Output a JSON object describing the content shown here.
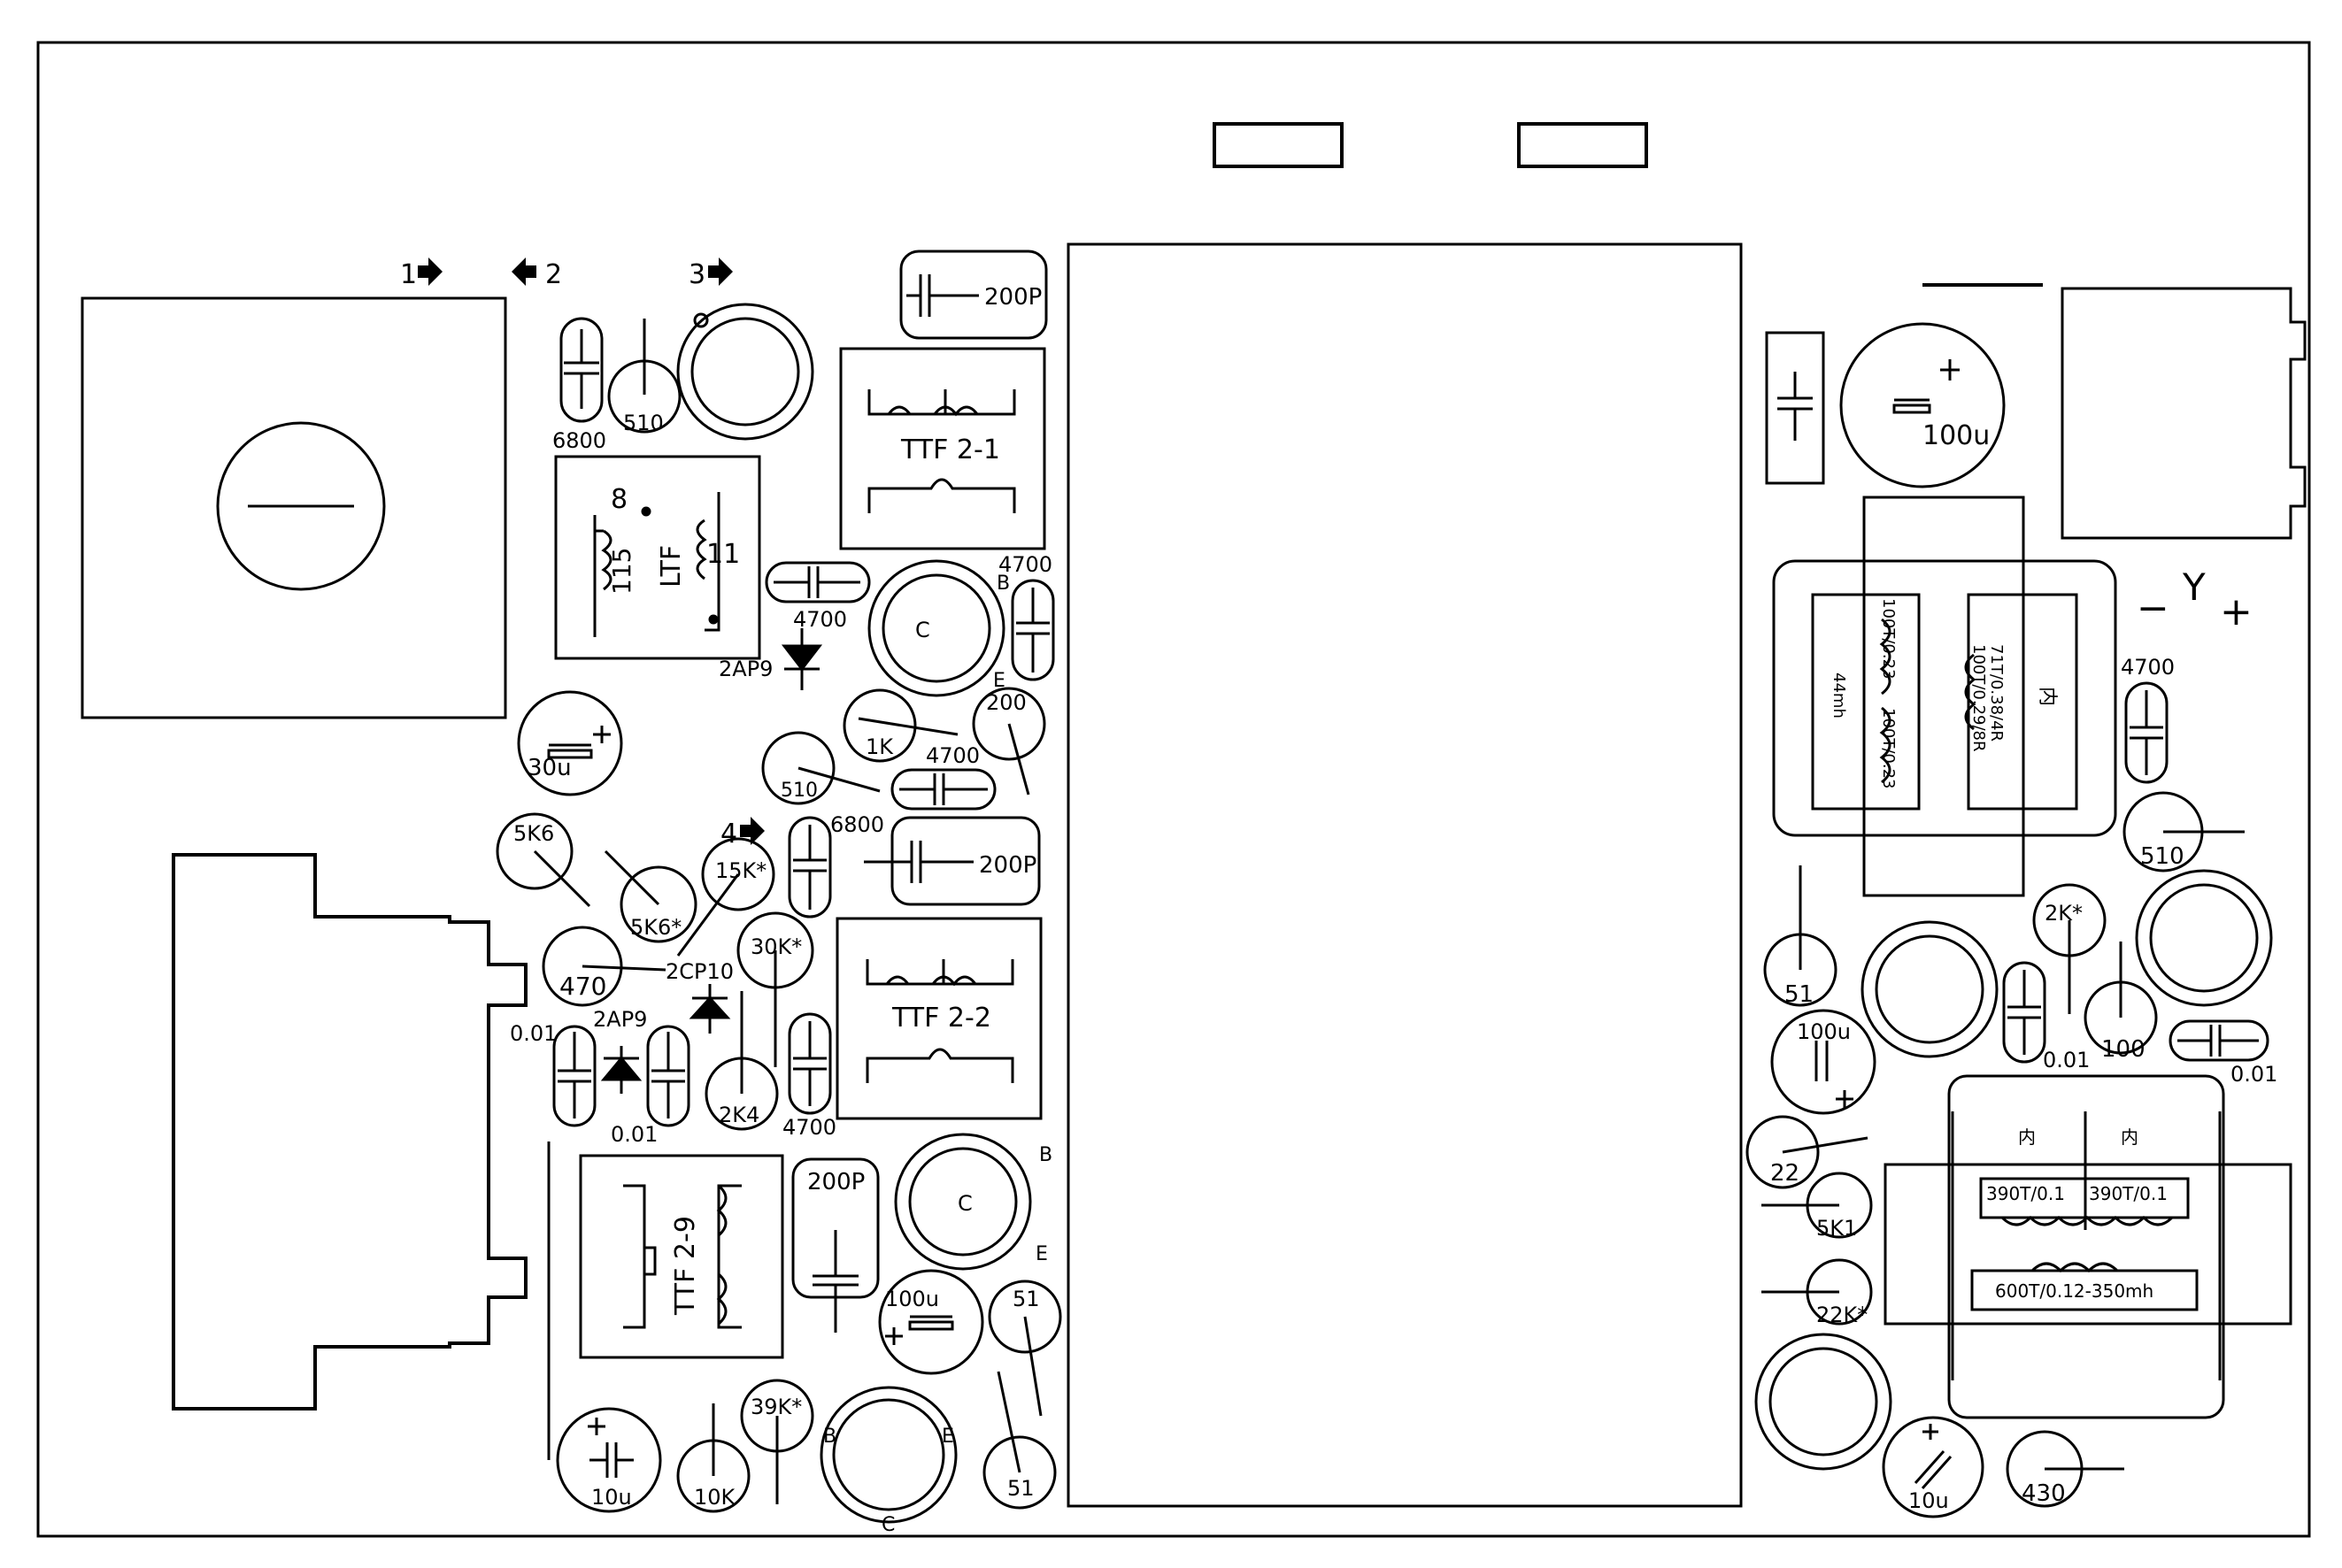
{
  "diagram": {
    "pins": [
      "1",
      "2",
      "3",
      "4"
    ],
    "transformers": {
      "ttf21": "TTF 2-1",
      "ttf22": "TTF 2-2",
      "ttf29": "TTF 2-9",
      "ltf": "LTF",
      "ltf_pin8": "8",
      "ltf_pin11": "11",
      "ltf_pin115": "115"
    },
    "upper_right": {
      "w1": "100T/0.23",
      "w2": "100T/0.23",
      "w3": "71T/0.38/4R",
      "w4": "100T/0.29/8R",
      "inductance": "44mh",
      "inner": "内",
      "y_label": "Y",
      "minus": "−",
      "plus": "+"
    },
    "lower_right": {
      "inner_left": "内",
      "inner_right": "内",
      "w_left": "390T/0.1",
      "w_right": "390T/0.1",
      "w_bottom": "600T/0.12-350mh"
    },
    "transistor_labels": {
      "b": "B",
      "c": "C",
      "e": "E"
    },
    "components": {
      "c6800_a": "6800",
      "r510_a": "510",
      "c200p_a": "200P",
      "c4700_a": "4700",
      "c4700_b": "4700",
      "d2ap9_a": "2AP9",
      "r1k": "1K",
      "r200": "200",
      "r510_b": "510",
      "c4700_c": "4700",
      "c30u": "30u",
      "r5k6_a": "5K6",
      "r5k6_b": "5K6*",
      "r15k": "15K*",
      "c6800_b": "6800",
      "c200p_b": "200P",
      "r470": "470",
      "d2cp10": "2CP10",
      "r30k": "30K*",
      "c001_a": "0.01",
      "d2ap9_b": "2AP9",
      "c001_b": "0.01",
      "r2k4": "2K4",
      "c4700_d": "4700",
      "c200p_c": "200P",
      "c100u_a": "100u",
      "r51_a": "51",
      "r39k": "39K*",
      "r10k": "10K",
      "c10u_a": "10u",
      "r51_b": "51",
      "c100u_b": "100u",
      "r510_c": "510",
      "c4700_e": "4700",
      "r51_c": "51",
      "r2k": "2K*",
      "c001_c": "0.01",
      "r100": "100",
      "c001_d": "0.01",
      "c100u_c": "100u",
      "r22": "22",
      "r5k1": "5K1",
      "r22k": "22K*",
      "c10u_b": "10u",
      "r430": "430"
    }
  }
}
